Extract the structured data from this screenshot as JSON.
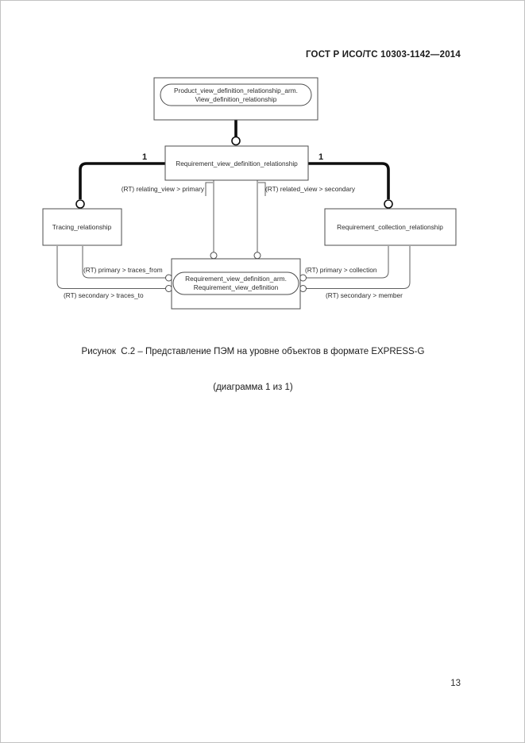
{
  "page": {
    "header": "ГОСТ Р ИСО/ТС 10303-1142—2014",
    "page_number": "13",
    "caption_line1": "Рисунок  С.2 – Представление ПЭМ на уровне объектов в формате EXPRESS-G",
    "caption_line2": "(диаграмма 1 из 1)"
  },
  "diagram": {
    "type": "express-g-entity-diagram",
    "top_box": {
      "line1": "Product_view_definition_relationship_arm.",
      "line2": "View_definition_relationship"
    },
    "middle_box": "Requirement_view_definition_relationship",
    "left_box": "Tracing_relationship",
    "right_box": "Requirement_collection_relationship",
    "bottom_box": {
      "line1": "Requirement_view_definition_arm.",
      "line2": "Requirement_view_definition"
    },
    "cardinality_left": "1",
    "cardinality_right": "1",
    "labels": {
      "relating_view": "(RT) relating_view > primary",
      "related_view": "(RT) related_view > secondary",
      "primary_traces_from": "(RT) primary > traces_from",
      "secondary_traces_to": "(RT) secondary > traces_to",
      "primary_collection": "(RT) primary > collection",
      "secondary_member": "(RT) secondary > member"
    },
    "colors": {
      "thin_line": "#5f5f5f",
      "thick_line": "#0e0e0e",
      "box_fill": "#ffffff",
      "box_stroke": "#4d4d4d"
    }
  }
}
